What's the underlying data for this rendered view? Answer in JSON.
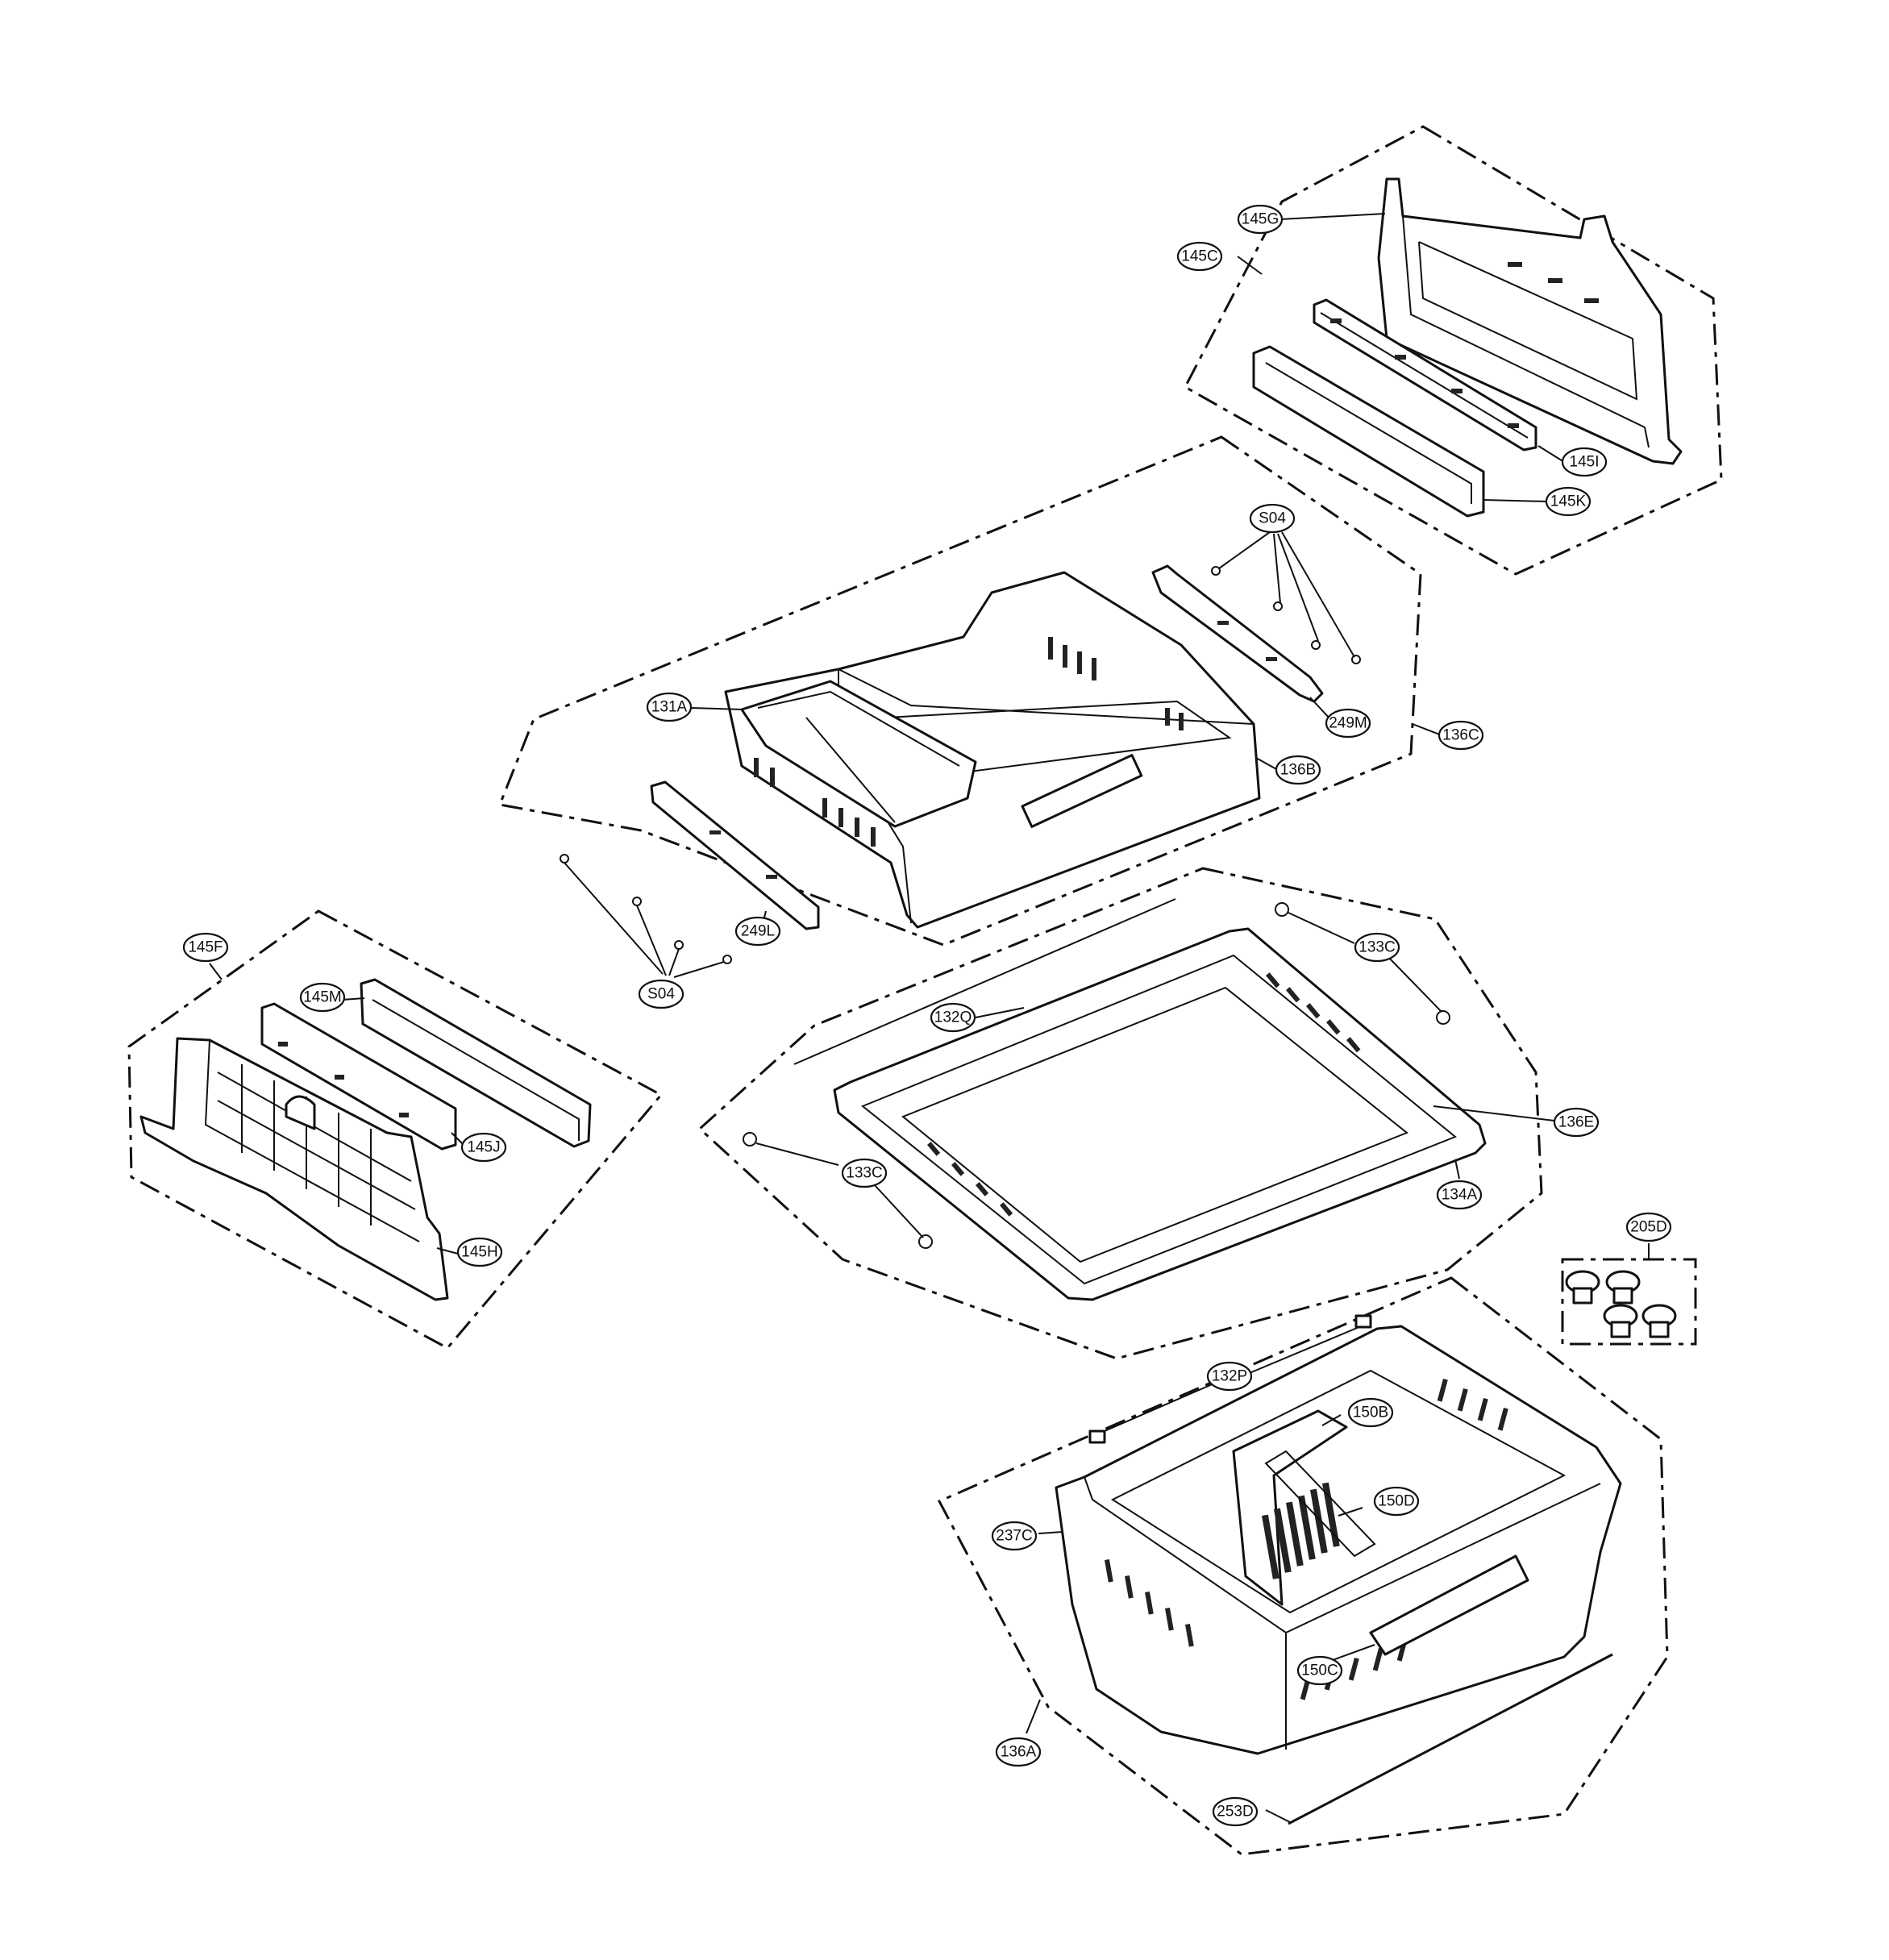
{
  "callouts": [
    {
      "id": "145G",
      "label": "145G"
    },
    {
      "id": "145C",
      "label": "145C"
    },
    {
      "id": "145I",
      "label": "145I"
    },
    {
      "id": "145K",
      "label": "145K"
    },
    {
      "id": "S04-top",
      "label": "S04"
    },
    {
      "id": "249M",
      "label": "249M"
    },
    {
      "id": "136C",
      "label": "136C"
    },
    {
      "id": "131A",
      "label": "131A"
    },
    {
      "id": "136B",
      "label": "136B"
    },
    {
      "id": "249L",
      "label": "249L"
    },
    {
      "id": "S04-bottom",
      "label": "S04"
    },
    {
      "id": "145F",
      "label": "145F"
    },
    {
      "id": "145M",
      "label": "145M"
    },
    {
      "id": "145J",
      "label": "145J"
    },
    {
      "id": "145H",
      "label": "145H"
    },
    {
      "id": "133C-top",
      "label": "133C"
    },
    {
      "id": "132Q",
      "label": "132Q"
    },
    {
      "id": "136E",
      "label": "136E"
    },
    {
      "id": "133C-left",
      "label": "133C"
    },
    {
      "id": "134A",
      "label": "134A"
    },
    {
      "id": "205D",
      "label": "205D"
    },
    {
      "id": "132P",
      "label": "132P"
    },
    {
      "id": "150B",
      "label": "150B"
    },
    {
      "id": "150D",
      "label": "150D"
    },
    {
      "id": "237C",
      "label": "237C"
    },
    {
      "id": "150C",
      "label": "150C"
    },
    {
      "id": "136A",
      "label": "136A"
    },
    {
      "id": "253D",
      "label": "253D"
    }
  ]
}
